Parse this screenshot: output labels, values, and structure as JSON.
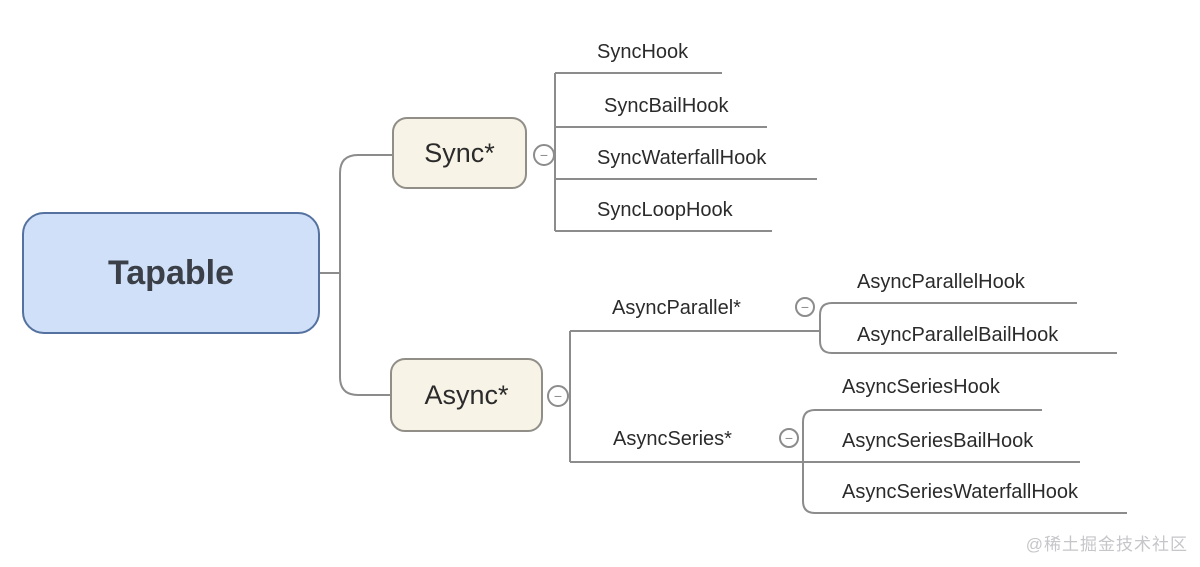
{
  "icons": {
    "collapse_glyph": "−"
  },
  "watermark": {
    "text": "@稀土掘金技术社区"
  },
  "mindmap": {
    "root": {
      "label": "Tapable"
    },
    "branches": [
      {
        "label": "Sync*",
        "collapsible": true,
        "children": [
          {
            "label": "SyncHook"
          },
          {
            "label": "SyncBailHook"
          },
          {
            "label": "SyncWaterfallHook"
          },
          {
            "label": "SyncLoopHook"
          }
        ]
      },
      {
        "label": "Async*",
        "collapsible": true,
        "children": [
          {
            "label": "AsyncParallel*",
            "collapsible": true,
            "children": [
              {
                "label": "AsyncParallelHook"
              },
              {
                "label": "AsyncParallelBailHook"
              }
            ]
          },
          {
            "label": "AsyncSeries*",
            "collapsible": true,
            "children": [
              {
                "label": "AsyncSeriesHook"
              },
              {
                "label": "AsyncSeriesBailHook"
              },
              {
                "label": "AsyncSeriesWaterfallHook"
              }
            ]
          }
        ]
      }
    ]
  },
  "colors": {
    "root_fill": "#cfe0f8",
    "root_border": "#54719f",
    "root_text": "#3b4048",
    "branch_fill": "#f8f3e7",
    "branch_border": "#908e87",
    "line": "#8c8c8c",
    "text": "#2b2b2b",
    "watermark": "#c6c6ca",
    "bg": "#ffffff"
  }
}
